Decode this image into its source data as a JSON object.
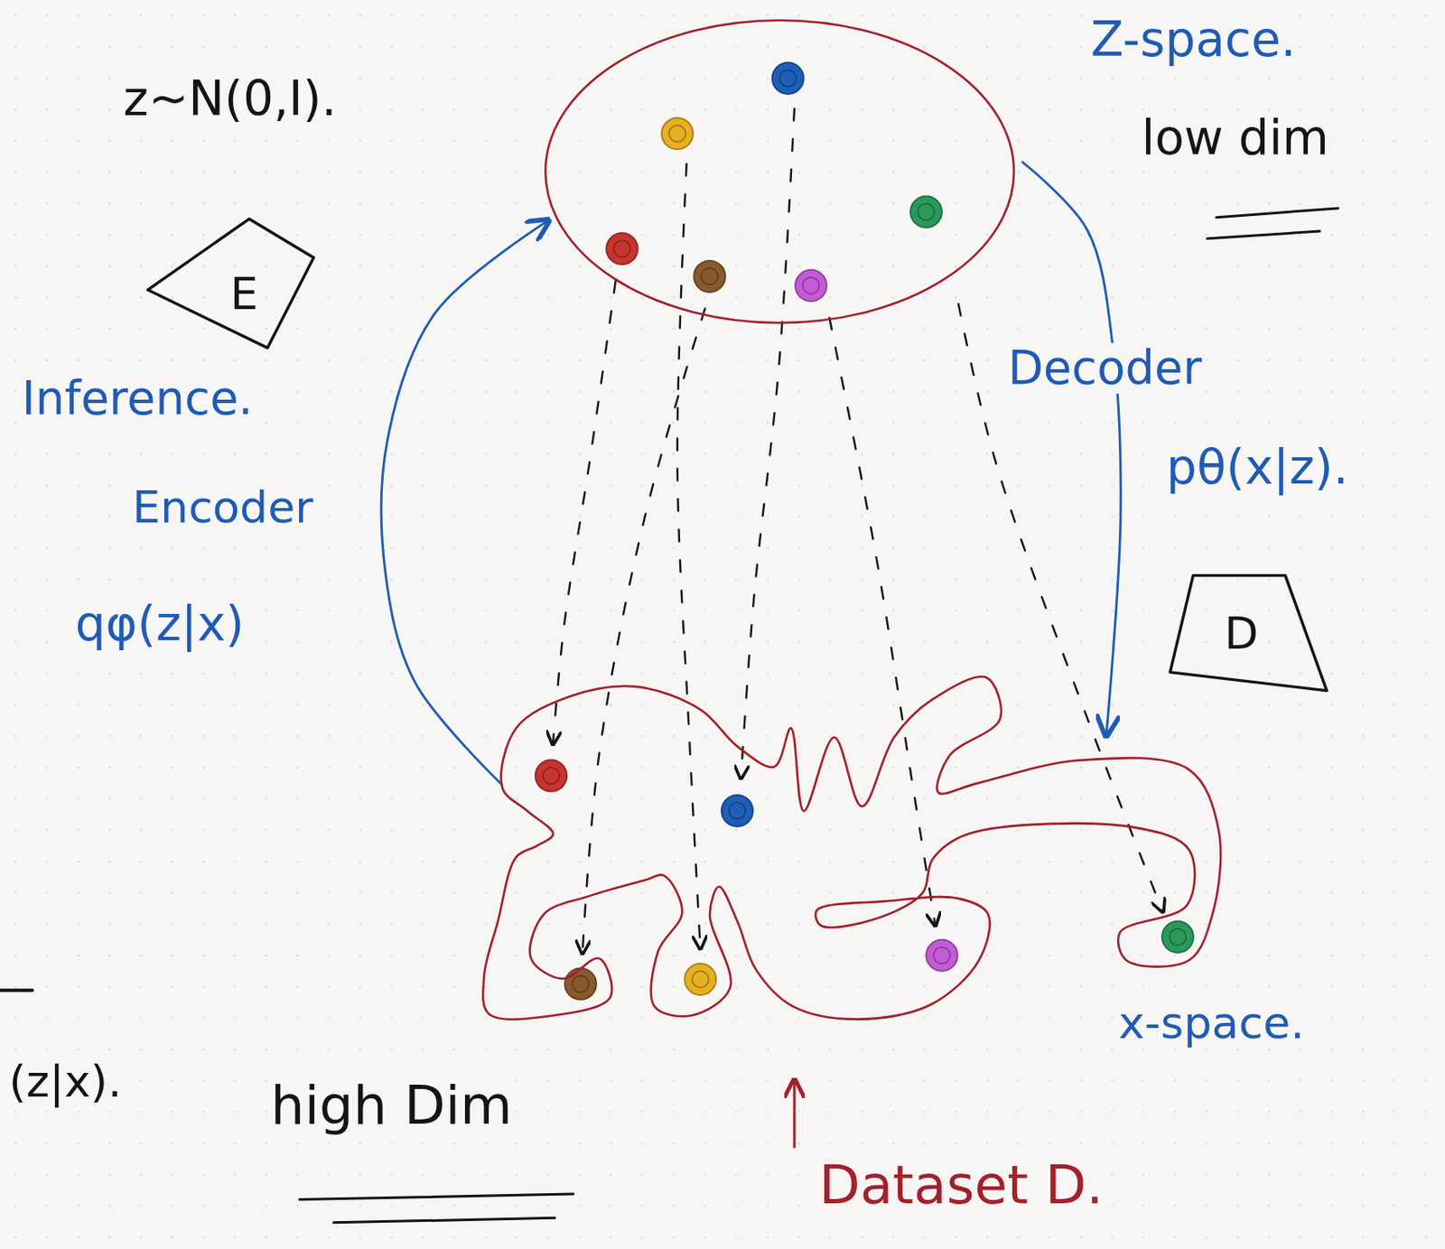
{
  "diagram": {
    "nodes": [
      {
        "text": [
          "Z-space.",
          "low dim"
        ]
      },
      {
        "text": [
          "E"
        ]
      },
      {
        "text": [
          "D"
        ]
      },
      {
        "text": [
          "x-space."
        ]
      }
    ],
    "edges": [
      {
        "from": 3,
        "to": 0,
        "arrow": "to"
      },
      {
        "from": 0,
        "to": 3,
        "arrow": "to"
      }
    ],
    "labels": [
      "z~N(0,I).",
      "Inference.",
      "Encoder",
      "qφ(z|x)",
      "Decoder",
      "pθ(x|z).",
      "(z|x).",
      "high Dim",
      "Dataset D."
    ]
  }
}
